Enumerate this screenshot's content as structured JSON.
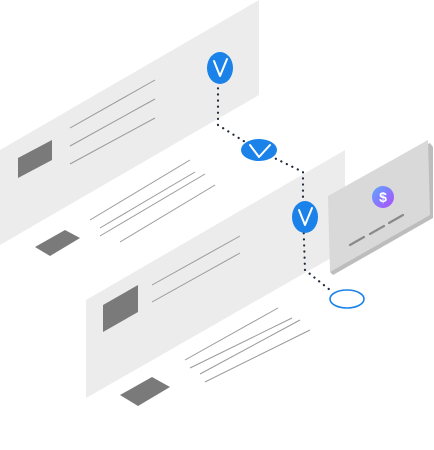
{
  "illustration": {
    "kind": "isometric-payment-flow",
    "panels": [
      {
        "name": "document-panel-top",
        "text_lines": 4
      },
      {
        "name": "document-panel-middle",
        "text_lines": 4
      },
      {
        "name": "document-panel-bottom",
        "text_lines": 4
      }
    ],
    "checkpoints": [
      {
        "icon": "checkmark-icon",
        "state": "done"
      },
      {
        "icon": "checkmark-icon",
        "state": "done"
      },
      {
        "icon": "checkmark-icon",
        "state": "done"
      },
      {
        "icon": "empty-ring-icon",
        "state": "pending"
      }
    ],
    "card": {
      "icon": "dollar-icon"
    },
    "colors": {
      "panel": "#ececec",
      "placeholder": "#7a7a7a",
      "line": "#9a9a9a",
      "accent": "#1a82e8",
      "card": "#d9d9d9",
      "card_edge": "#bdbdbd",
      "coin_from": "#5aa8ff",
      "coin_to": "#b24cff",
      "dots": "#1f2a3a"
    }
  }
}
